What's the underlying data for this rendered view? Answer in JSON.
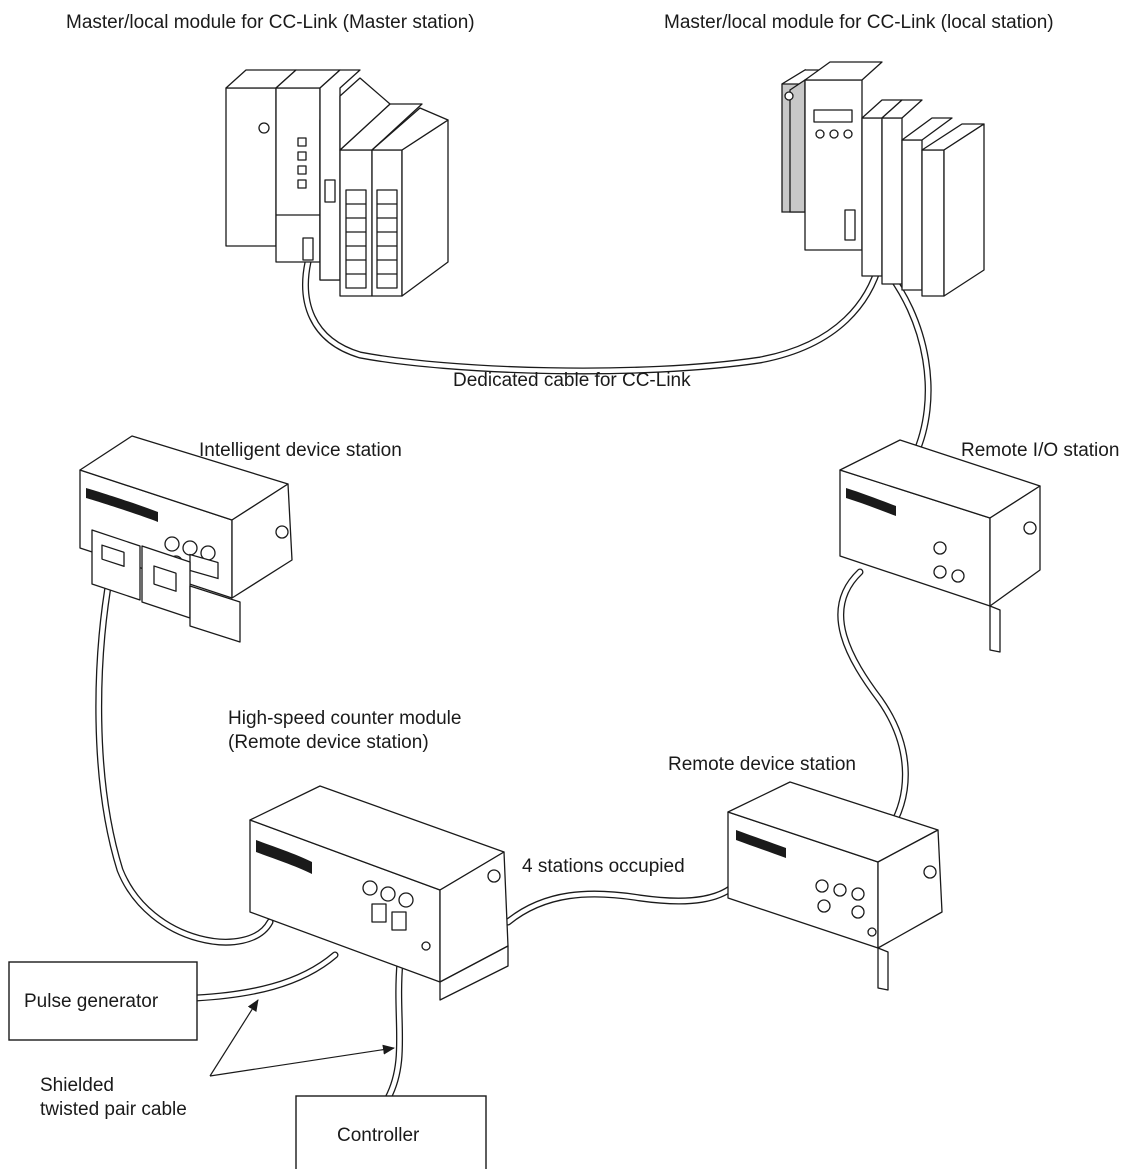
{
  "diagram": {
    "labels": {
      "master_station": "Master/local module for CC-Link (Master station)",
      "local_station": "Master/local module for CC-Link (local station)",
      "dedicated_cable": "Dedicated cable for CC-Link",
      "intelligent_device": "Intelligent device station",
      "remote_io": "Remote I/O station",
      "hs_counter_line1": "High-speed counter module",
      "hs_counter_line2": "(Remote device station)",
      "remote_device": "Remote device station",
      "stations_occupied": "4 stations occupied",
      "pulse_generator": "Pulse generator",
      "shielded_line1": "Shielded",
      "shielded_line2": "twisted pair cable",
      "controller": "Controller"
    }
  }
}
